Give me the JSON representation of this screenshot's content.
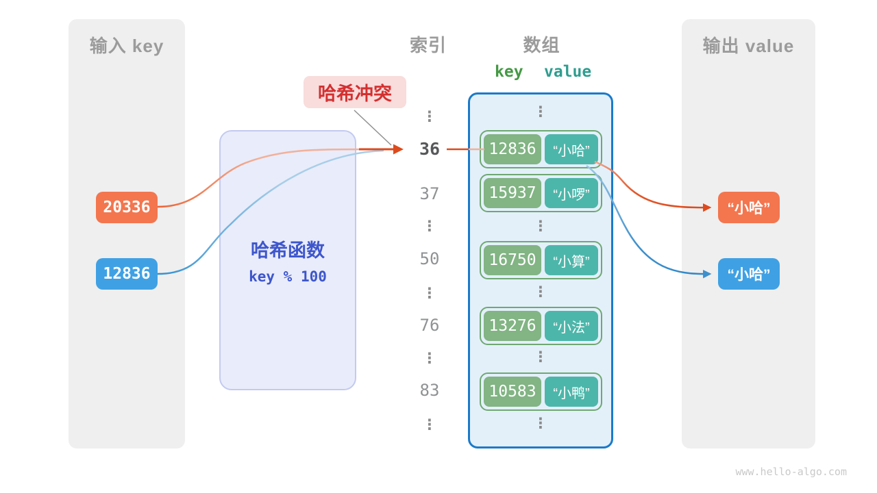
{
  "header": {
    "input_title": "输入 key",
    "index_title": "索引",
    "array_title": "数组",
    "output_title": "输出 value",
    "key_header": "key",
    "value_header": "value"
  },
  "collision_label": "哈希冲突",
  "hash_function": {
    "name": "哈希函数",
    "formula": "key % 100"
  },
  "inputs": [
    {
      "key": "20336",
      "color": "#f3764f"
    },
    {
      "key": "12836",
      "color": "#3fa1e4"
    }
  ],
  "outputs": [
    {
      "value": "“小哈”",
      "color": "#f3764f"
    },
    {
      "value": "“小哈”",
      "color": "#3fa1e4"
    }
  ],
  "index_column": {
    "entries": [
      "⋮",
      "36",
      "37",
      "⋮",
      "50",
      "⋮",
      "76",
      "⋮",
      "83",
      "⋮"
    ],
    "highlighted_index": "36"
  },
  "array": {
    "ellipsis": "⋮",
    "rows": [
      {
        "index": "36",
        "key": "12836",
        "value": "“小哈”"
      },
      {
        "index": "37",
        "key": "15937",
        "value": "“小啰”"
      },
      {
        "index": "50",
        "key": "16750",
        "value": "“小算”"
      },
      {
        "index": "76",
        "key": "13276",
        "value": "“小法”"
      },
      {
        "index": "83",
        "key": "10583",
        "value": "“小鸭”"
      }
    ]
  },
  "watermark": "www.hello-algo.com",
  "colors": {
    "input_key_orange": "#f3764f",
    "input_key_blue": "#3fa1e4",
    "arrow_orange": "#dc4b1e",
    "arrow_blue": "#2e86c8",
    "array_key_green": "#82b484",
    "array_value_teal": "#4db6aa",
    "pair_border_green": "#6fa871",
    "array_panel_fill": "#e3f0fa",
    "array_panel_border": "#1b7ac9",
    "hash_box_fill": "#e9ecfa",
    "hash_box_border": "#c3caf0",
    "hash_text_blue": "#3d56cc",
    "collision_bg": "#f9dcdc",
    "collision_text": "#d33030",
    "panel_gray": "#efefef",
    "title_gray": "#9b9b9b",
    "key_header_green": "#449944",
    "value_header_teal": "#2e9d8f"
  }
}
